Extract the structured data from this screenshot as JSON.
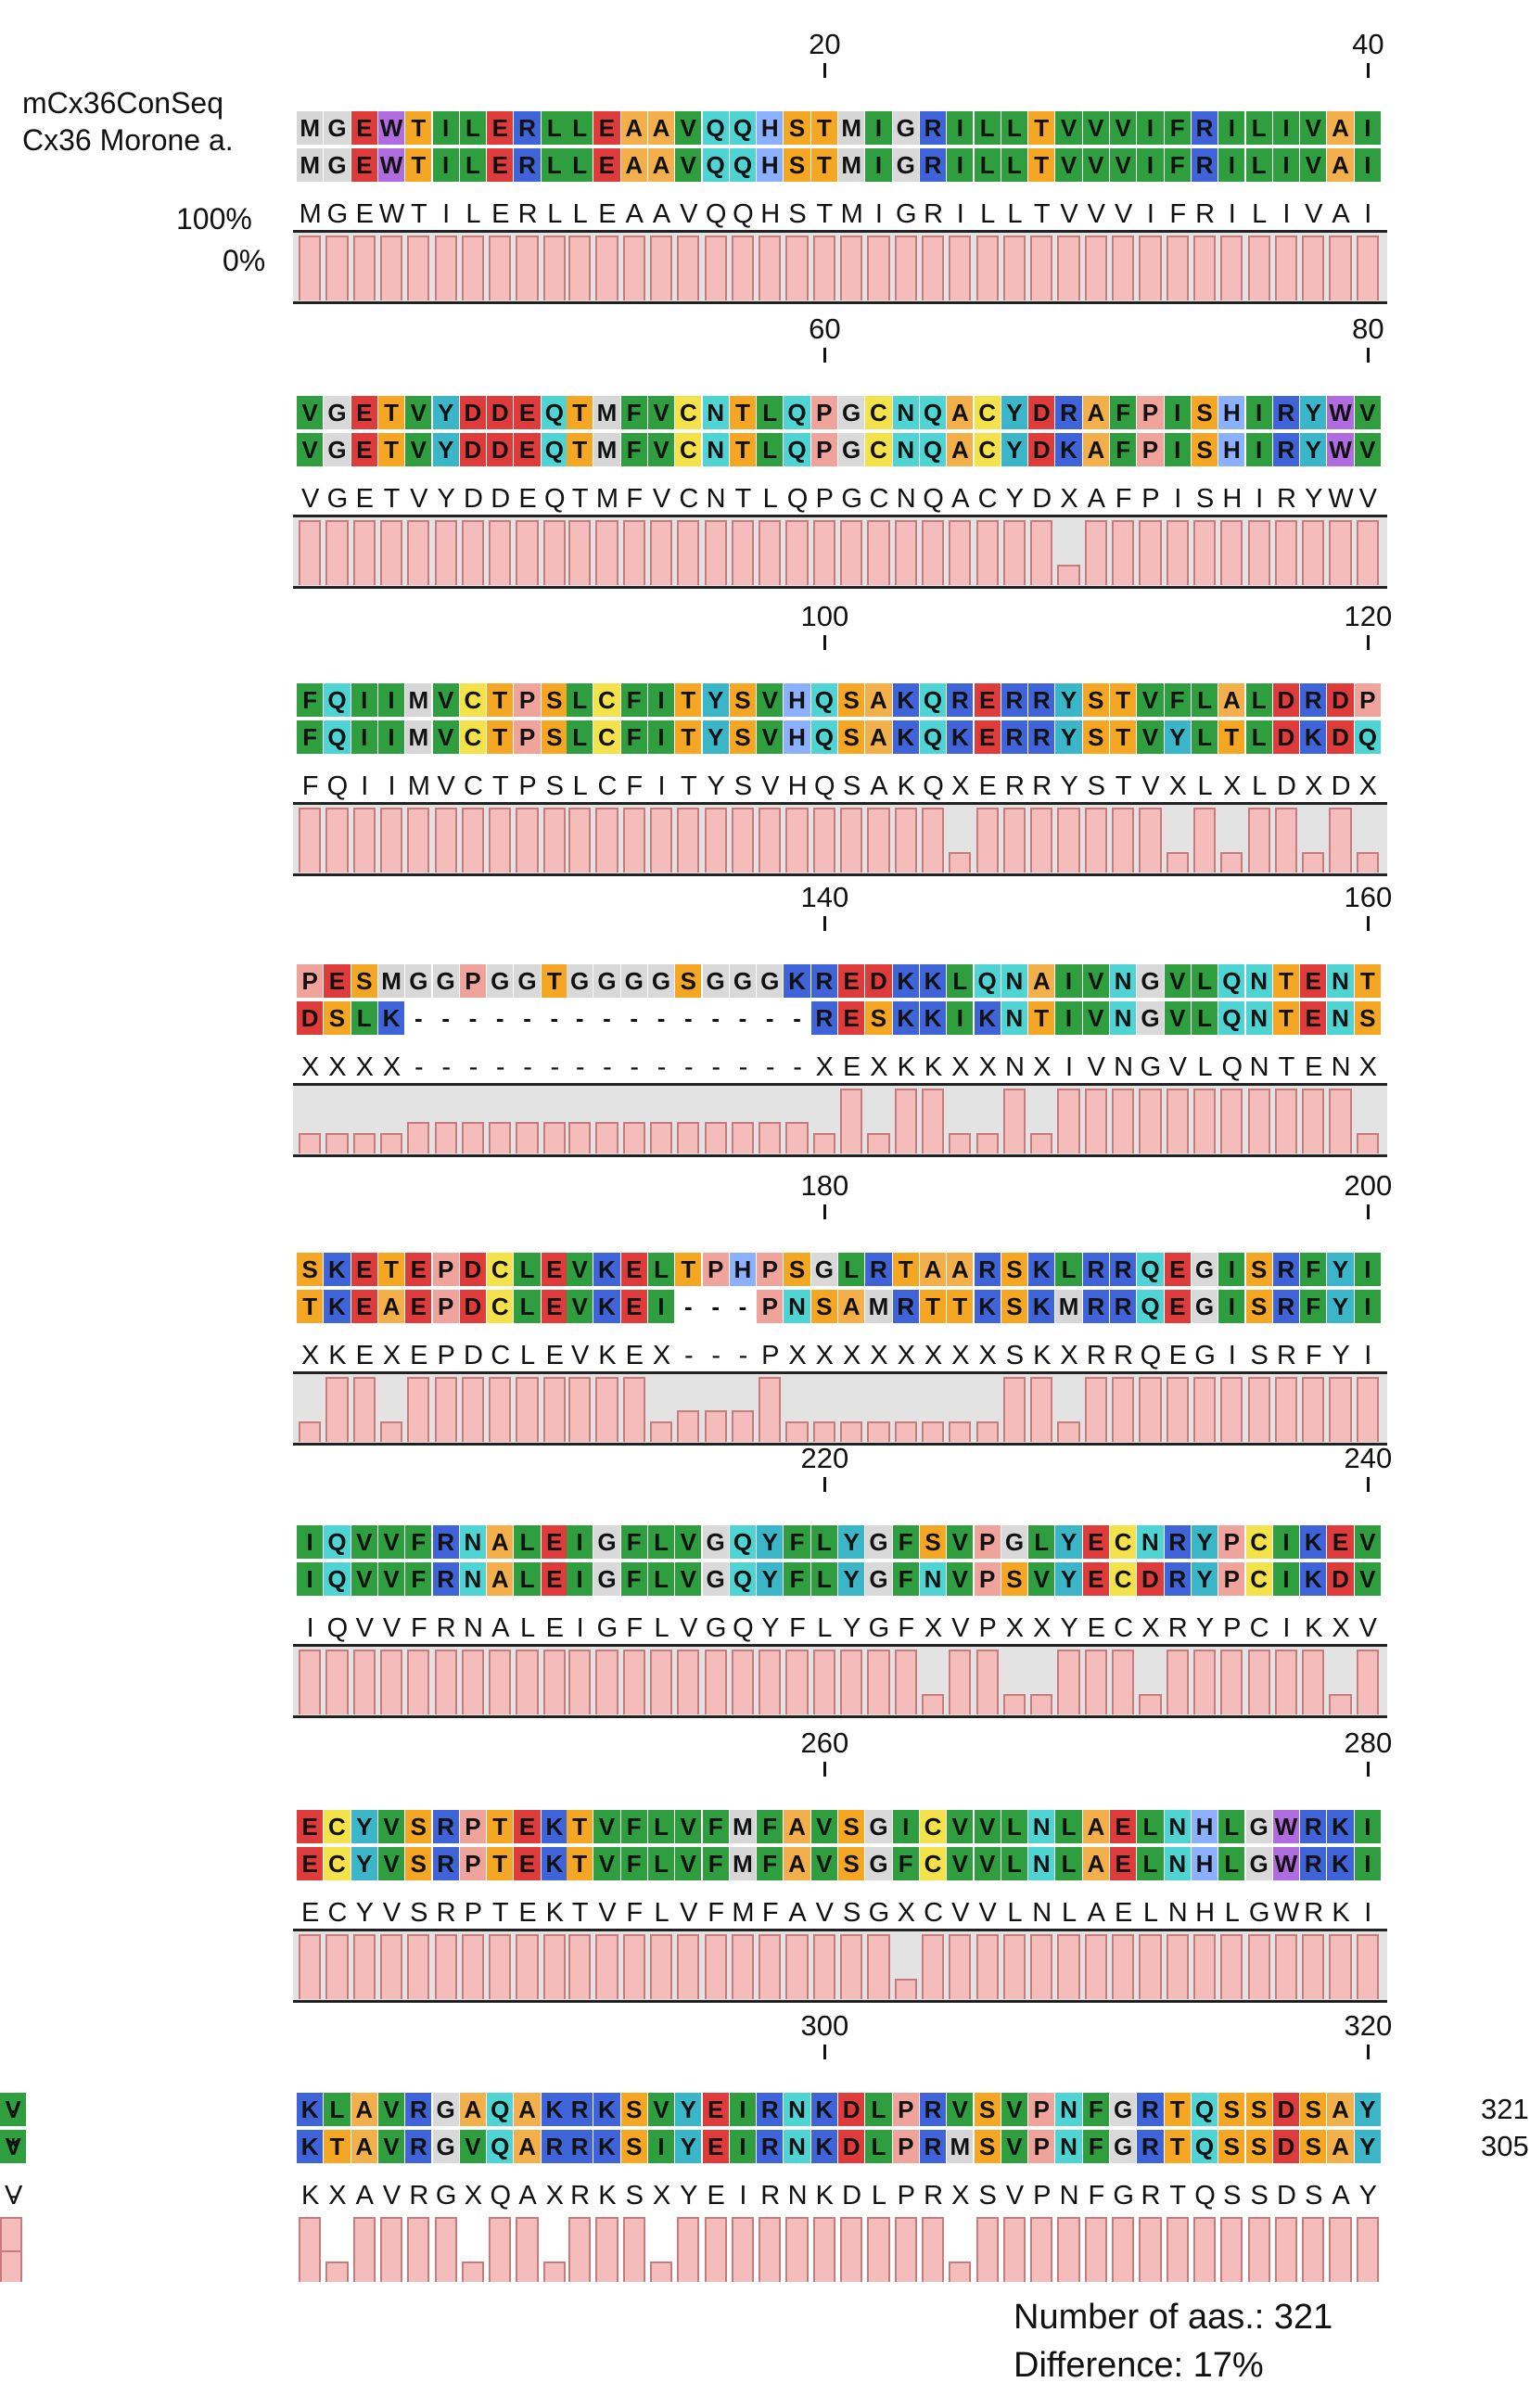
{
  "seq1_name": "mCx36ConSeq",
  "seq2_name": "Cx36 Morone a.",
  "pct_top": "100%",
  "pct_bottom": "0%",
  "blocks": [
    {
      "s1": "MGEWTILERL LEAAVQQHST MIGRILLTVV VIFRILIVAI",
      "s2": "MGEWTILERL LEAAVQQHST MIGRILLTVV VIFRILIVAI",
      "c": "MGEWTILERL LEAAVQQHST MIGRILLTVV VIFRILIVAI",
      "ticks": [
        "20",
        "40"
      ]
    },
    {
      "s1": "VGETVYDDEQ TMFVCNTLQP GCNQACYDRA FPISHIRYWV",
      "s2": "VGETVYDDEQ TMFVCNTLQP GCNQACYDKA FPISHIRYWV",
      "c": "VGETVYDDEQ TMFVCNTLQP GCNQACYDXA FPISHIRYWV",
      "ticks": [
        "60",
        "80"
      ]
    },
    {
      "s1": "FQIIMVCTPS LCFITYSVHQ SAKQRERRYS TVFLALDRDP",
      "s2": "FQIIMVCTPS LCFITYSVHQ SAKQKERRYS TVYLTLDKDQ",
      "c": "FQIIMVCTPS LCFITYSVHQ SAKQXERRYS TVXLXLDXDX",
      "ticks": [
        "100",
        "120"
      ]
    },
    {
      "s1": "PESMGGPGGT GGGGSGGGKR EDKKLQNAIV NGVLQNTENT",
      "s2": "DSLK------ ---------RD ESKKIKNTIV NGVLQNTENS",
      "c": "XXXX------ ---------XX EXKKXXNXIV NGVLQNTENX",
      "ticks": [
        "140",
        "160"
      ]
    },
    {
      "s1": "SKETEPDCLE VKELTPHPSG LRTAARSKLR RQEGISRFYI",
      "s2": "TKEAEPDCLE VKEI---PNS AMRTTKSKMR RQEGISRFYI",
      "c": "XKEXEPDCLE VKEX---PXX XXXXXXSKXR RQEGISRFYI",
      "ticks": [
        "180",
        "200"
      ]
    },
    {
      "s1": "IQVVFRNALE IGFLVGQYFL YGFSVPGLYE CNRYPCIKEV",
      "s2": "IQVVFRNALE IGFLVGQYFL YGFNVPSVYE CDRYPCIKDV",
      "c": "IQVVFRNALE IGFLVGQYFL YGFXVPXXYE CXRYPCIKXV",
      "ticks": [
        "220",
        "240"
      ]
    },
    {
      "s1": "ECYVSRPTEK TVFLVFMFAV SGICVVLNLA ELNHLGWRKI",
      "s2": "ECYVSRPTEK TVFLVFMFAV SGFCVVLNLA ELNHLGWRKI",
      "c": "ECYVSRPTEK TVFLVFMFAV SGXCVVLNLA ELNHLGWRKI",
      "ticks": [
        "260",
        "280"
      ]
    },
    {
      "s1": "KLAVRGAQAK RKSVYEIRNK DLPRVSVPNF GRTQSSDSAY V-",
      "s2": "KTAVRGVQAR RKSIYEIRNK DLPRMSVPNF GRTQSSDSAY V*",
      "c": "KXAVRGXQAX RKSXYEIRNK DLPRXSVPNF GRTQSSDSAY V-",
      "ticks": [
        "300",
        "320"
      ],
      "end1": "321",
      "end2": "305"
    }
  ],
  "summary": {
    "aas": "Number of aas.: 321",
    "diff": "Difference: 17%"
  },
  "colors": {
    "A": "#f3b04a",
    "V": "#2f9e3f",
    "L": "#2f9e3f",
    "I": "#2f9e3f",
    "M": "#d6d6d6",
    "F": "#2f9e3f",
    "W": "#b06be0",
    "P": "#f0a39a",
    "G": "#d9d9d9",
    "S": "#f5a623",
    "T": "#f5a623",
    "C": "#f3e24a",
    "Y": "#3bb6c8",
    "H": "#8ab0ff",
    "N": "#4fd4d4",
    "Q": "#4fd4d4",
    "D": "#e03b3b",
    "E": "#e03b3b",
    "K": "#3f63d8",
    "R": "#3f63d8",
    "conserved_bar": "#f5bcbc",
    "bar_border": "#c97a7a",
    "frame_bg": "#e3e3e3"
  }
}
